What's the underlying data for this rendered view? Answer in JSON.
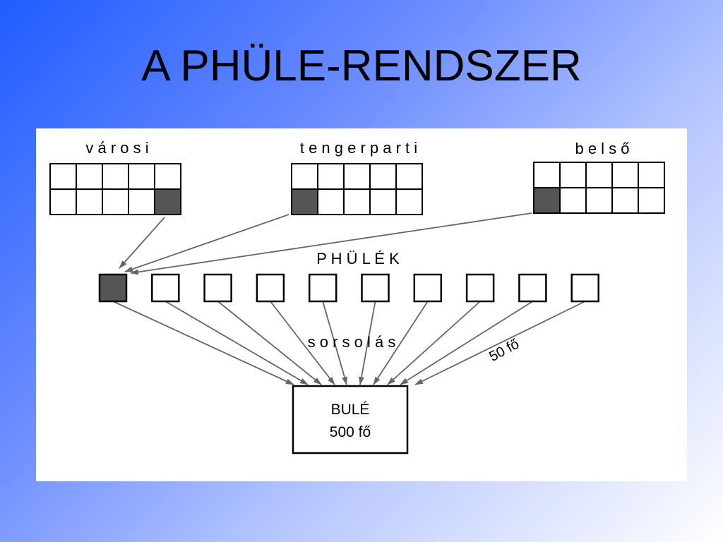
{
  "slide": {
    "title": "A PHÜLE-RENDSZER"
  },
  "diagram": {
    "groups": [
      {
        "label": "v á r o s i"
      },
      {
        "label": "t e n g e r p a r t i"
      },
      {
        "label": "b e l s ő"
      }
    ],
    "phule_label": "P H Ü L É K",
    "phule_count": 10,
    "sorsolas_label": "s o r s o l á s",
    "count_label": "50 fő",
    "bule": {
      "line1": "BULÉ",
      "line2": "500 fő"
    },
    "colors": {
      "filled": "#555555",
      "stroke": "#000000",
      "arrow": "#666666"
    }
  }
}
